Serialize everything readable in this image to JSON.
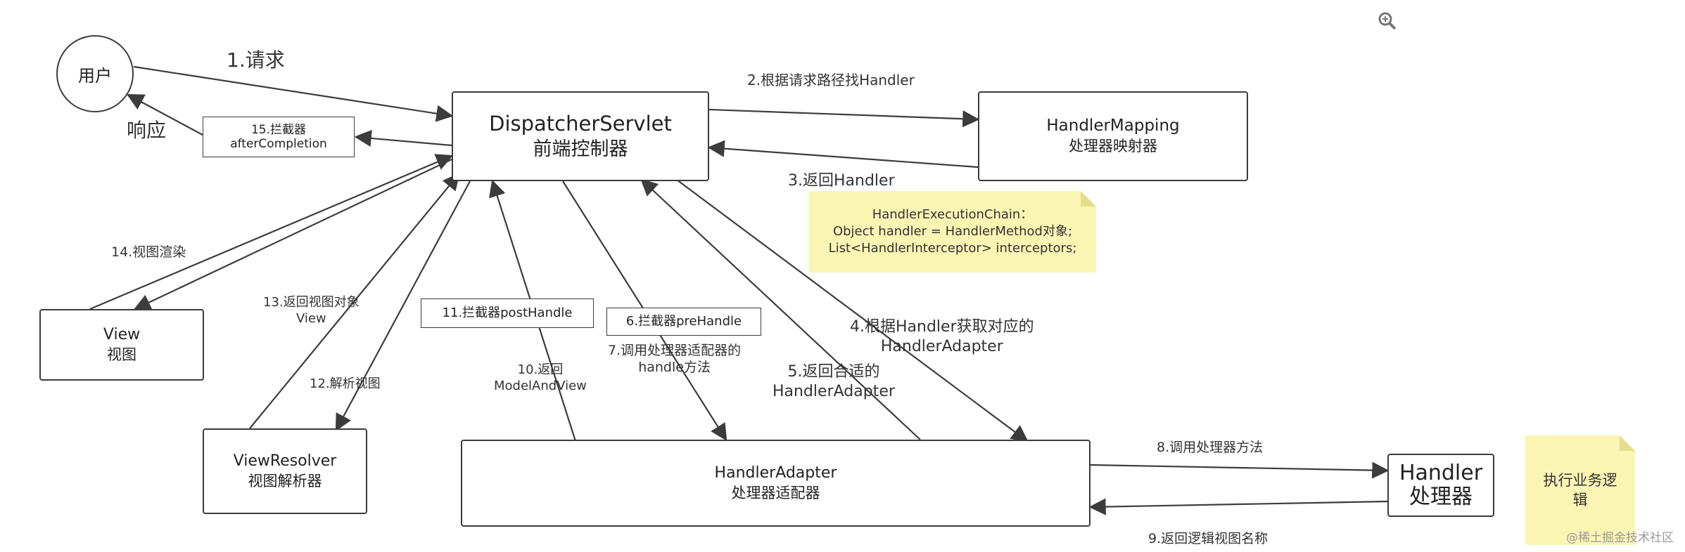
{
  "nodes": {
    "user": "用户",
    "dispatcher": {
      "line1": "DispatcherServlet",
      "line2": "前端控制器"
    },
    "mapping": {
      "line1": "HandlerMapping",
      "line2": "处理器映射器"
    },
    "view": {
      "line1": "View",
      "line2": "视图"
    },
    "resolver": {
      "line1": "ViewResolver",
      "line2": "视图解析器"
    },
    "adapter": {
      "line1": "HandlerAdapter",
      "line2": "处理器适配器"
    },
    "handler": {
      "line1": "Handler",
      "line2": "处理器"
    },
    "after_completion": {
      "line1": "15.拦截器",
      "line2": "afterCompletion"
    },
    "post_handle": "11.拦截器postHandle",
    "pre_handle": "6.拦截器preHandle"
  },
  "labels": {
    "s1": "1.请求",
    "response": "响应",
    "s2": "2.根据请求路径找Handler",
    "s3": "3.返回Handler",
    "s4": {
      "line1": "4.根据Handler获取对应的",
      "line2": "HandlerAdapter"
    },
    "s5": {
      "line1": "5.返回合适的",
      "line2": "HandlerAdapter"
    },
    "s7": {
      "line1": "7.调用处理器适配器的",
      "line2": "handle方法"
    },
    "s8": "8.调用处理器方法",
    "s9": "9.返回逻辑视图名称",
    "s10": {
      "line1": "10.返回",
      "line2": "ModelAndView"
    },
    "s12": "12.解析视图",
    "s13": {
      "line1": "13.返回视图对象",
      "line2": "View"
    },
    "s14": "14.视图渲染"
  },
  "notes": {
    "chain": {
      "line1": "HandlerExecutionChain：",
      "line2": "Object handler = HandlerMethod对象;",
      "line3": "List<HandlerInterceptor> interceptors;"
    },
    "business": {
      "line1": "执行业务逻",
      "line2": "辑"
    }
  },
  "watermark": "@稀土掘金技术社区",
  "colors": {
    "stroke": "#3c3c3c",
    "note": "#fbf5b4"
  }
}
